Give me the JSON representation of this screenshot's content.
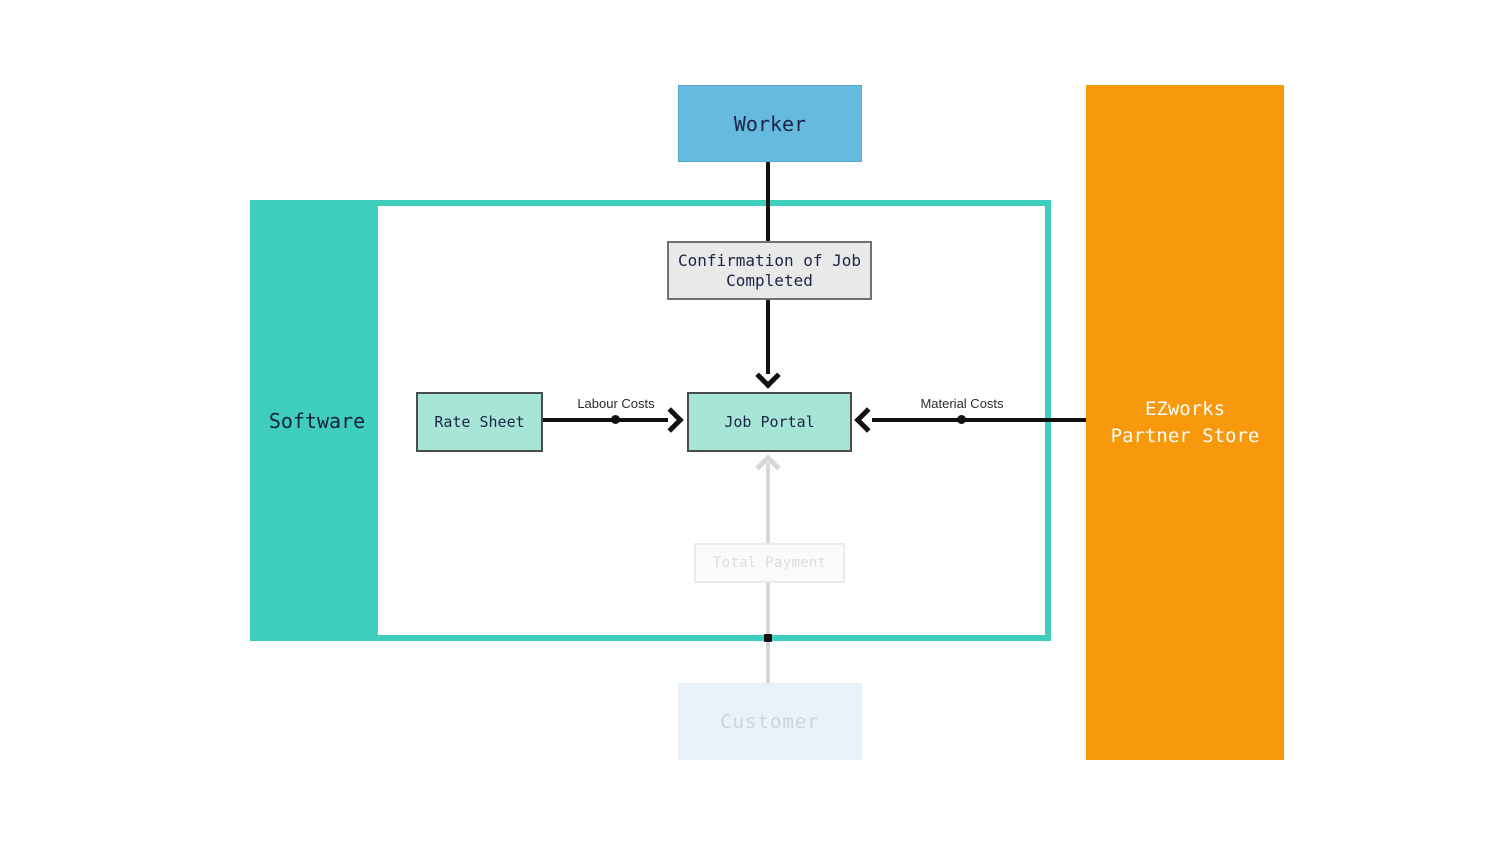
{
  "diagram": {
    "title": "Job payment flow diagram",
    "nodes": {
      "worker": {
        "label": "Worker"
      },
      "software": {
        "label": "Software"
      },
      "confirmation": {
        "label": "Confirmation of Job Completed"
      },
      "rate_sheet": {
        "label": "Rate Sheet"
      },
      "job_portal": {
        "label": "Job Portal"
      },
      "total_payment": {
        "label": "Total Payment"
      },
      "customer": {
        "label": "Customer"
      },
      "partner_store": {
        "label": "EZworks Partner Store",
        "lines": [
          "EZworks",
          "Partner Store"
        ]
      }
    },
    "edges": {
      "worker_to_confirmation": {
        "from": "Worker",
        "to": "Confirmation of Job Completed",
        "label": ""
      },
      "confirmation_to_job_portal": {
        "from": "Confirmation of Job Completed",
        "to": "Job Portal",
        "label": ""
      },
      "rate_sheet_to_job_portal": {
        "from": "Rate Sheet",
        "to": "Job Portal",
        "label": "Labour Costs"
      },
      "partner_store_to_job_portal": {
        "from": "EZworks Partner Store",
        "to": "Job Portal",
        "label": "Material Costs"
      },
      "total_payment_to_job_portal": {
        "from": "Total Payment",
        "to": "Job Portal",
        "label": "",
        "style": "faded"
      },
      "customer_to_total_payment": {
        "from": "Customer",
        "to": "Total Payment",
        "label": "",
        "style": "faded"
      }
    },
    "colors": {
      "teal": "#3ecebb",
      "mint": "#a7e6d7",
      "worker_blue": "#66badd",
      "orange": "#f8990d",
      "gray_box": "#e9e9e9",
      "faded_gray": "#d8d8d8",
      "faded_blue": "#e9f2f9",
      "arrow_black": "#111111",
      "ink": "#1b2347"
    }
  }
}
